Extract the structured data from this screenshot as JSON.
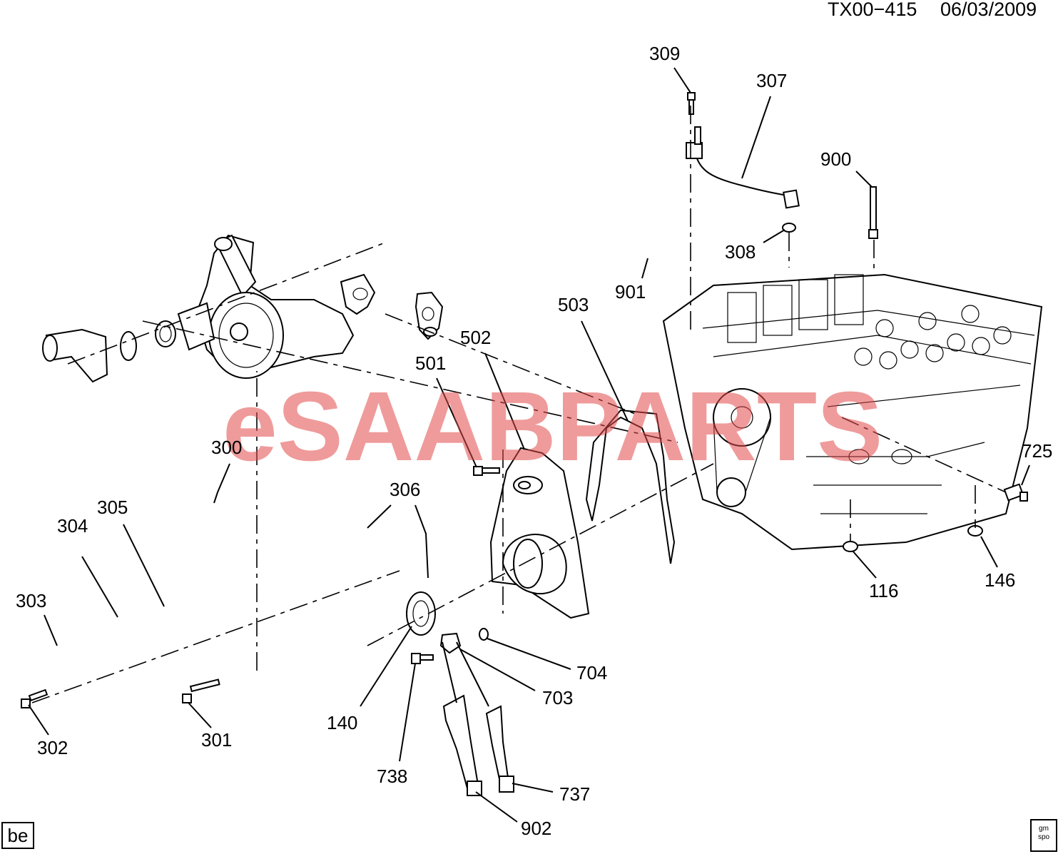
{
  "header": {
    "doc_id": "TX00−415",
    "date": "06/03/2009"
  },
  "watermark": {
    "text": "eSAABPARTS",
    "color": "#e24a4a"
  },
  "badges": {
    "left": "be",
    "right_line1": "gm",
    "right_line2": "spo"
  },
  "part_labels": {
    "p309": "309",
    "p307": "307",
    "p900": "900",
    "p308": "308",
    "p901": "901",
    "p503": "503",
    "p502": "502",
    "p501": "501",
    "p300": "300",
    "p306": "306",
    "p305": "305",
    "p304": "304",
    "p303": "303",
    "p725": "725",
    "p146": "146",
    "p116": "116",
    "p704": "704",
    "p703": "703",
    "p140": "140",
    "p302": "302",
    "p301": "301",
    "p738": "738",
    "p737": "737",
    "p902": "902"
  }
}
